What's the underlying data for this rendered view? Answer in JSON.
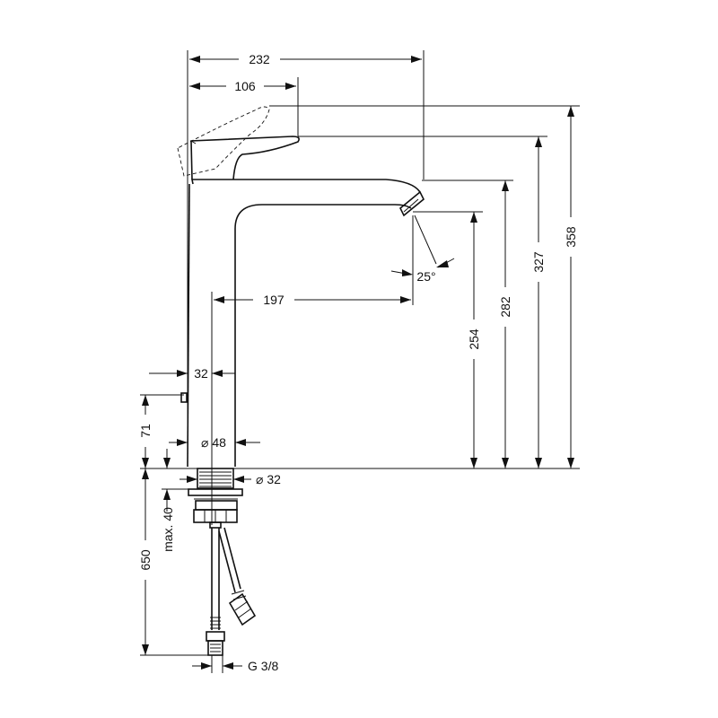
{
  "drawing": {
    "dimensions": {
      "overall_width": "232",
      "lever_width": "106",
      "spout_reach": "197",
      "body_offset": "32",
      "lever_clearance": "71",
      "body_diameter": "⌀ 48",
      "shank_diameter": "⌀ 32",
      "max_thickness": "max. 40",
      "hose_length": "650",
      "connection_thread": "G 3/8",
      "outlet_height": "254",
      "spout_height": "282",
      "lever_height": "327",
      "lever_open_height": "358",
      "spout_angle": "25°"
    }
  }
}
